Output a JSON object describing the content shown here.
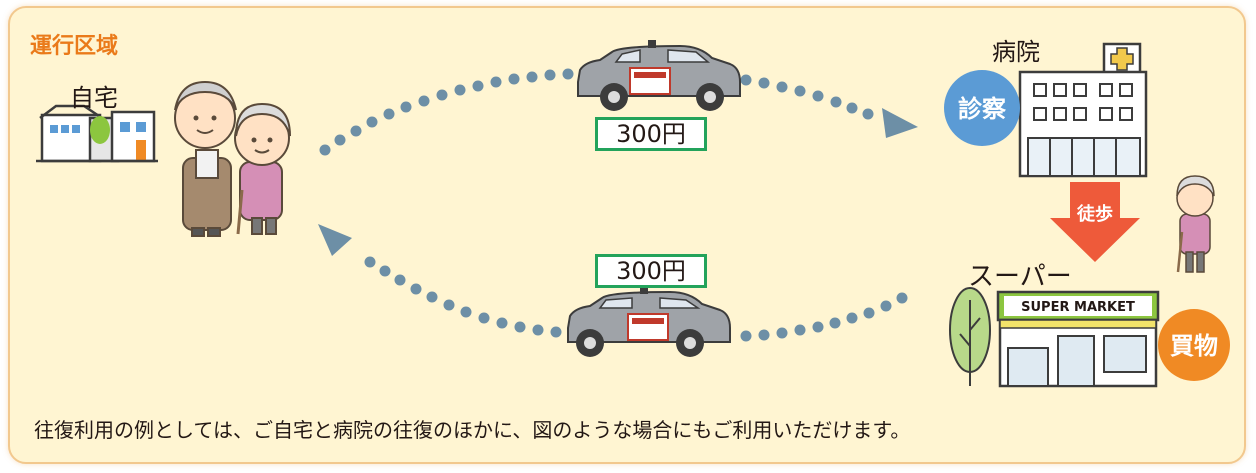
{
  "title": "運行区域",
  "places": {
    "home": "自宅",
    "hospital": "病院",
    "supermarket": "スーパー",
    "supermarket_sign": "SUPER MARKET"
  },
  "badges": {
    "exam": "診察",
    "walk": "徒歩",
    "shopping": "買物"
  },
  "fares": {
    "outbound": "300円",
    "return": "300円"
  },
  "caption": "往復利用の例としては、ご自宅と病院の往復のほかに、図のような場合にもご利用いただけます。",
  "colors": {
    "background": "#fff5d2",
    "border": "#f2c88e",
    "title": "#ea7a1a",
    "fare_border": "#23a35b",
    "exam_badge": "#5b9bd5",
    "walk_arrow": "#ee5a3a",
    "shopping_badge": "#f08a24",
    "route_dots": "#6d8fa6",
    "store_green": "#8cc63f"
  },
  "icons": [
    "house-icon",
    "elderly-couple-icon",
    "taxi-icon",
    "hospital-icon",
    "supermarket-icon",
    "tree-icon",
    "elderly-woman-icon",
    "arrow-down-icon"
  ]
}
